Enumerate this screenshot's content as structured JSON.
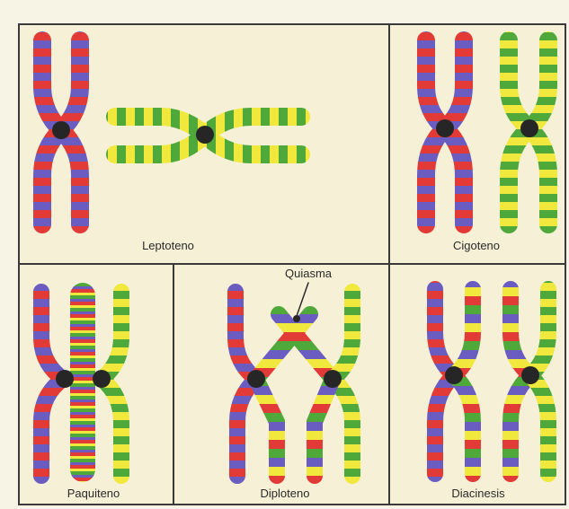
{
  "colors": {
    "purple": "#6a5cc0",
    "red": "#e23a37",
    "green": "#4fa83a",
    "yellow": "#f0e83c",
    "centromere": "#262626",
    "panel_bg": "#f6f1d6",
    "frame": "#3a3a3a"
  },
  "panels": [
    {
      "id": "leptoteno",
      "label": "Leptoteno"
    },
    {
      "id": "cigoteno",
      "label": "Cigoteno"
    },
    {
      "id": "paquiteno",
      "label": "Paquiteno"
    },
    {
      "id": "diploteno",
      "label": "Diploteno"
    },
    {
      "id": "diacinesis",
      "label": "Diacinesis"
    }
  ],
  "annotations": {
    "chiasma": "Quiasma"
  }
}
